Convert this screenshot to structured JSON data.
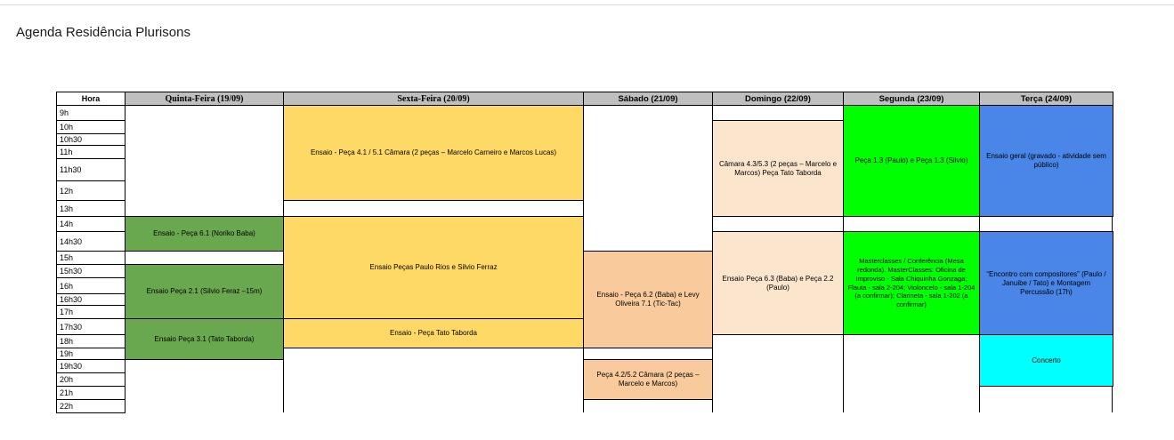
{
  "page": {
    "title": "Agenda Residência Plurisons"
  },
  "table": {
    "hora_label": "Hora",
    "header_bg": "#BFBFBF",
    "time_rows": [
      "9h",
      "10h",
      "10h30",
      "11h",
      "11h30",
      "12h",
      "13h",
      "14h",
      "14h30",
      "15h",
      "15h30",
      "16h",
      "16h30",
      "17h",
      "17h30",
      "18h",
      "19h",
      "19h30",
      "20h",
      "21h",
      "22h"
    ],
    "days": [
      {
        "label": "Quinta-Feira (19/09)",
        "events": [
          {
            "text": "Ensaio - Peça 6.1 (Noriko Baba)",
            "start": "14h",
            "end": "14h30",
            "color": "#6AA84F"
          },
          {
            "text": "Ensaio Peça 2.1 (Silvio Feraz –15m)",
            "start": "15h30",
            "end": "17h",
            "color": "#6AA84F"
          },
          {
            "text": "Ensaio Peça 3.1 (Tato Taborda)",
            "start": "17h30",
            "end": "19h",
            "color": "#6AA84F"
          }
        ]
      },
      {
        "label": "Sexta-Feira (20/09)",
        "events": [
          {
            "text": "Ensaio - Peça 4.1 / 5.1 Câmara (2 peças – Marcelo Carneiro e Marcos Lucas)",
            "start": "9h",
            "end": "12h",
            "color": "#FFD966"
          },
          {
            "text": "Ensaio Peças Paulo Rios e Silvio Ferraz",
            "start": "14h",
            "end": "17h",
            "color": "#FFD966"
          },
          {
            "text": "Ensaio - Peça Tato Taborda",
            "start": "17h30",
            "end": "18h",
            "color": "#FFD966"
          }
        ]
      },
      {
        "label": "Sábado (21/09)",
        "events": [
          {
            "text": "Ensaio - Peça 6.2 (Baba) e Levy Oliveira 7.1 (Tic-Tac)",
            "start": "15h",
            "end": "18h",
            "color": "#F9CB9C"
          },
          {
            "text": "Peça 4.2/5.2 Câmara (2 peças – Marcelo e Marcos)",
            "start": "19h30",
            "end": "21h",
            "color": "#F9CB9C"
          }
        ]
      },
      {
        "label": "Domingo (22/09)",
        "events": [
          {
            "text": "Câmara 4.3/5.3 (2 peças – Marcelo e Marcos) Peça Tato Taborda",
            "start": "10h",
            "end": "13h",
            "color": "#FCE5CD"
          },
          {
            "text": "Ensaio Peça 6.3 (Baba) e Peça 2.2 (Paulo)",
            "start": "14h30",
            "end": "17h30",
            "color": "#FCE5CD"
          }
        ]
      },
      {
        "label": "Segunda (23/09)",
        "events": [
          {
            "text": "Peça 1.3 (Paulo) e Peça 1.3 (Silvio)",
            "start": "9h",
            "end": "13h",
            "color": "#00FF00"
          },
          {
            "text": "Masterclasses / Conferência (Mesa redonda). MasterClasses: Oficina de Improviso - Sala Chiquinha Gonzaga; Flauta - sala 2-204; Violoncelo - sala 1-204 (a confirmar); Clarineta - sala 1-202 (a confirmar)",
            "start": "14h30",
            "end": "17h30",
            "color": "#00FF00"
          }
        ]
      },
      {
        "label": "Terça (24/09)",
        "events": [
          {
            "text": "Ensaio geral (gravado - atividade sem público)",
            "start": "9h",
            "end": "13h",
            "color": "#4A86E8"
          },
          {
            "text": "“Encontro com compositores” (Paulo / Januibe / Tato) e Montagem Percussão (17h)",
            "start": "14h30",
            "end": "17h30",
            "color": "#4A86E8"
          },
          {
            "text": "Concerto",
            "start": "18h",
            "end": "20h",
            "color": "#00FFFF"
          }
        ]
      }
    ]
  }
}
